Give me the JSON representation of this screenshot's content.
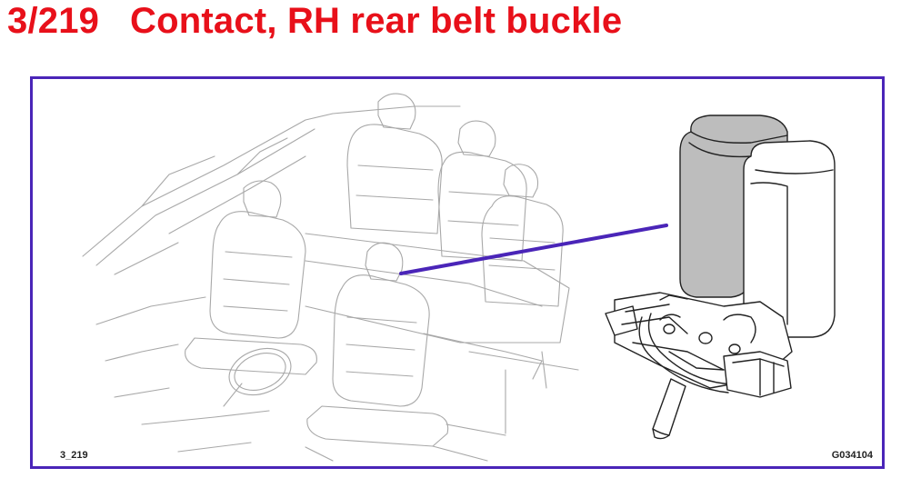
{
  "header": {
    "title": "3/219   Contact, RH rear belt buckle"
  },
  "figure": {
    "reference_label": "3_219",
    "drawing_code": "G034104"
  },
  "colors": {
    "title": "#e8101a",
    "frame": "#4a25b8",
    "leader_line": "#4a25b8",
    "buckle_highlight": "#bdbdbd",
    "linework": "#9a9a9a"
  }
}
